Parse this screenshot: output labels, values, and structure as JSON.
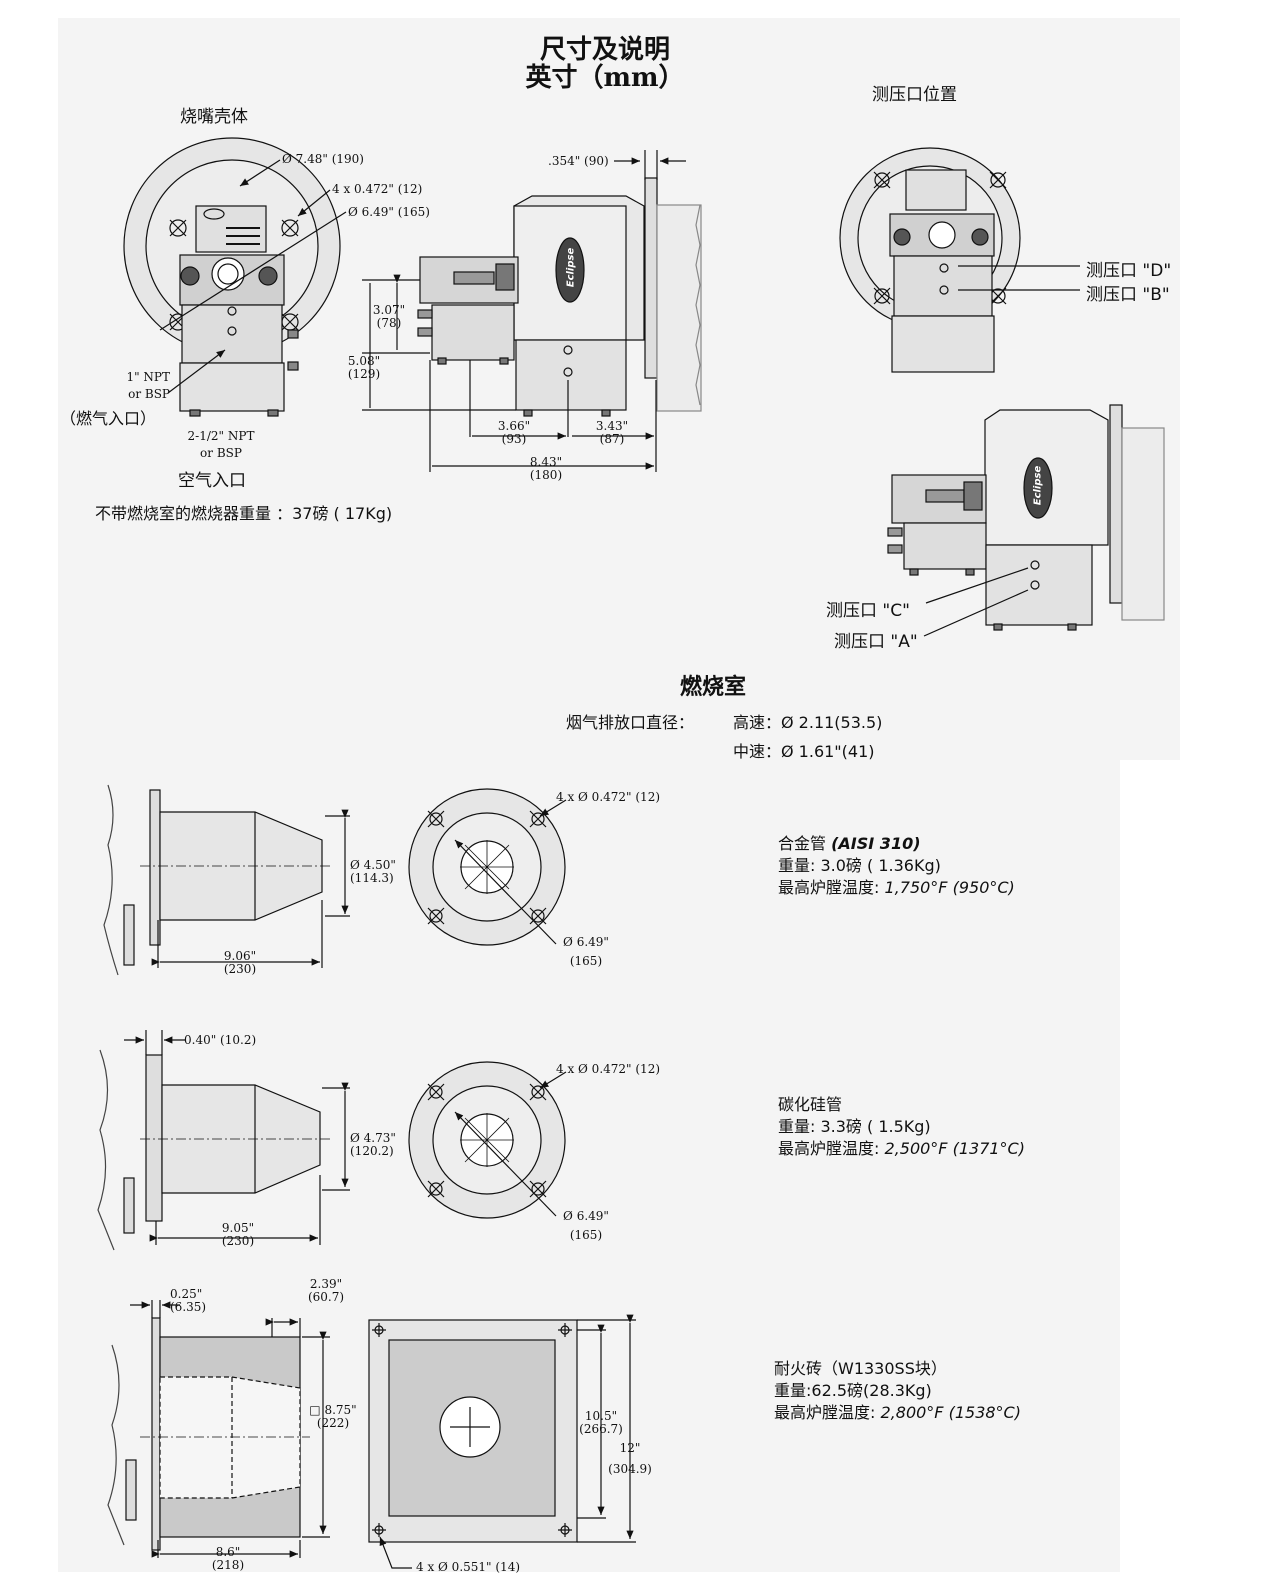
{
  "header": {
    "title_line1": "尺寸及说明",
    "title_line2": "英寸（mm）"
  },
  "burner_view": {
    "label": "烧嘴壳体",
    "dims": {
      "d748": "Ø 7.48\" (190)",
      "bolt": "4 x 0.472\" (12)",
      "d649": "Ø 6.49\" (165)",
      "gas_in_1": "1\" NPT",
      "gas_in_2": "or BSP",
      "gas_in_3": "（燃气入口）",
      "air_in_1": "2-1/2\" NPT",
      "air_in_2": "or BSP",
      "air_in_3": "空气入口"
    },
    "weight_note": "不带燃烧室的燃烧器重量 ：37磅 ( 17Kg)"
  },
  "side_view": {
    "dims": {
      "flange": ".354\" (90)",
      "h1_a": "3.07\"",
      "h1_b": "(78)",
      "h2_a": "5.08\"",
      "h2_b": "(129)",
      "w1_a": "3.66\"",
      "w1_b": "(93)",
      "w2_a": "3.43\"",
      "w2_b": "(87)",
      "w3_a": "8.43\"",
      "w3_b": "(180)"
    },
    "logo": "Eclipse"
  },
  "pressure_ports": {
    "label": "测压口位置",
    "port_d": "测压口 \"D\"",
    "port_b": "测压口 \"B\"",
    "port_c": "测压口 \"C\"",
    "port_a": "测压口 \"A\""
  },
  "combustor": {
    "title": "燃烧室",
    "outlet_label": "烟气排放口直径：",
    "high": "高速：Ø 2.11(53.5)",
    "medium": "中速：Ø 1.61\"(41)"
  },
  "alloy_tube": {
    "bolt": "4 x Ø 0.472\" (12)",
    "d_a": "Ø 4.50\"",
    "d_b": "(114.3)",
    "len_a": "9.06\"",
    "len_b": "(230)",
    "bc_a": "Ø 6.49\"",
    "bc_b": "(165)",
    "name": "合金管",
    "name_spec": "(AISI 310)",
    "weight": "重量: 3.0磅 ( 1.36Kg)",
    "max_temp_label": "最高炉膛温度:",
    "max_temp_value": "1,750°F (950°C)"
  },
  "sic_tube": {
    "flange": "0.40\" (10.2)",
    "bolt": "4 x Ø 0.472\" (12)",
    "d_a": "Ø 4.73\"",
    "d_b": "(120.2)",
    "len_a": "9.05\"",
    "len_b": "(230)",
    "bc_a": "Ø 6.49\"",
    "bc_b": "(165)",
    "name": "碳化硅管",
    "weight": "重量: 3.3磅 ( 1.5Kg)",
    "max_temp_label": "最高炉膛温度:",
    "max_temp_value": "2,500°F (1371°C)"
  },
  "refractory": {
    "t_a": "0.25\"",
    "t_b": "(6.35)",
    "e_a": "2.39\"",
    "e_b": "(60.7)",
    "sq_a": "□ 8.75\"",
    "sq_b": "(222)",
    "len_a": "8.6\"",
    "len_b": "(218)",
    "h1_a": "10.5\"",
    "h1_b": "(266.7)",
    "h2_a": "12\"",
    "h2_b": "(304.9)",
    "bolt": "4 x Ø 0.551\" (14)",
    "name": "耐火砖（W1330SS块）",
    "weight": "重量:62.5磅(28.3Kg)",
    "max_temp_label": "最高炉膛温度:",
    "max_temp_value": "2,800°F (1538°C)"
  }
}
